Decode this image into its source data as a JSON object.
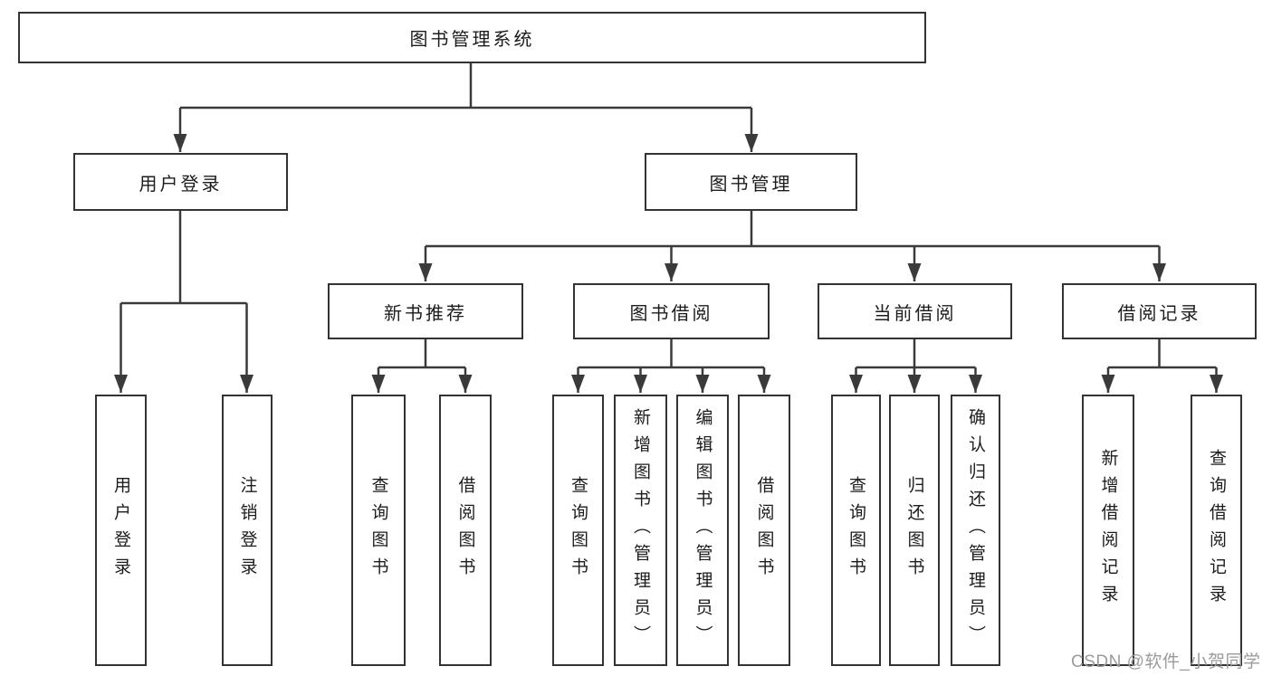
{
  "diagram": {
    "root": {
      "label": "图书管理系统"
    },
    "branches": [
      {
        "label": "用户登录"
      },
      {
        "label": "图书管理"
      }
    ],
    "modules": [
      {
        "label": "新书推荐"
      },
      {
        "label": "图书借阅"
      },
      {
        "label": "当前借阅"
      },
      {
        "label": "借阅记录"
      }
    ],
    "leaves": [
      {
        "label": "用户登录"
      },
      {
        "label": "注销登录"
      },
      {
        "label": "查询图书"
      },
      {
        "label": "借阅图书"
      },
      {
        "label": "查询图书"
      },
      {
        "label": "新增图书（管理员）"
      },
      {
        "label": "编辑图书（管理员）"
      },
      {
        "label": "借阅图书"
      },
      {
        "label": "查询图书"
      },
      {
        "label": "归还图书"
      },
      {
        "label": "确认归还（管理员）"
      },
      {
        "label": "新增借阅记录"
      },
      {
        "label": "查询借阅记录"
      }
    ]
  },
  "watermark": {
    "text": "CSDN @软件_小贺同学"
  },
  "colors": {
    "line": "#3a3a3a",
    "box_border": "#333333",
    "text": "#1c1c1c",
    "background": "#ffffff",
    "watermark": "#9b9b9b"
  }
}
